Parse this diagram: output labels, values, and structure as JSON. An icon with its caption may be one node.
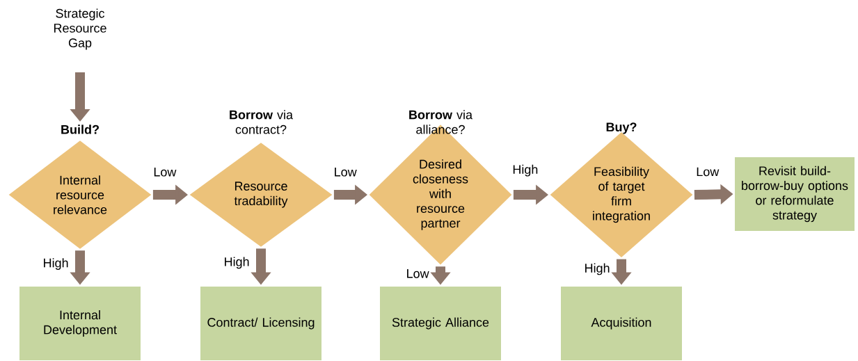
{
  "diagram": {
    "nodes": [
      {
        "text": [
          "Strategic Resource Gap"
        ]
      },
      {
        "text": [
          "Build?",
          "Internal resource relevance"
        ]
      },
      {
        "text": [
          "**Borrow** via contract?",
          "Resource tradability"
        ]
      },
      {
        "text": [
          "**Borrow** via alliance?",
          "Desired closeness with resource partner"
        ]
      },
      {
        "text": [
          "Buy?",
          "Feasibility of target firm integration"
        ]
      },
      {
        "text": [
          "Revisit build-borrow-buy options or reformulate strategy"
        ]
      },
      {
        "text": [
          "Internal Development"
        ]
      },
      {
        "text": [
          "Contract/ Licensing"
        ]
      },
      {
        "text": [
          "Strategic Alliance"
        ]
      },
      {
        "text": [
          "Acquisition"
        ]
      }
    ],
    "edges": [
      {
        "from": 0,
        "to": 1,
        "arrow": "to"
      },
      {
        "from": 1,
        "to": 2,
        "arrow": "to",
        "label": "Low"
      },
      {
        "from": 2,
        "to": 3,
        "arrow": "to",
        "label": "Low"
      },
      {
        "from": 3,
        "to": 4,
        "arrow": "to",
        "label": "High"
      },
      {
        "from": 4,
        "to": 5,
        "arrow": "to",
        "label": "Low"
      },
      {
        "from": 1,
        "to": 6,
        "arrow": "to",
        "label": "High"
      },
      {
        "from": 2,
        "to": 7,
        "arrow": "to",
        "label": "High"
      },
      {
        "from": 3,
        "to": 8,
        "arrow": "to",
        "label": "Low"
      },
      {
        "from": 4,
        "to": 9,
        "arrow": "to",
        "label": "High"
      }
    ]
  }
}
